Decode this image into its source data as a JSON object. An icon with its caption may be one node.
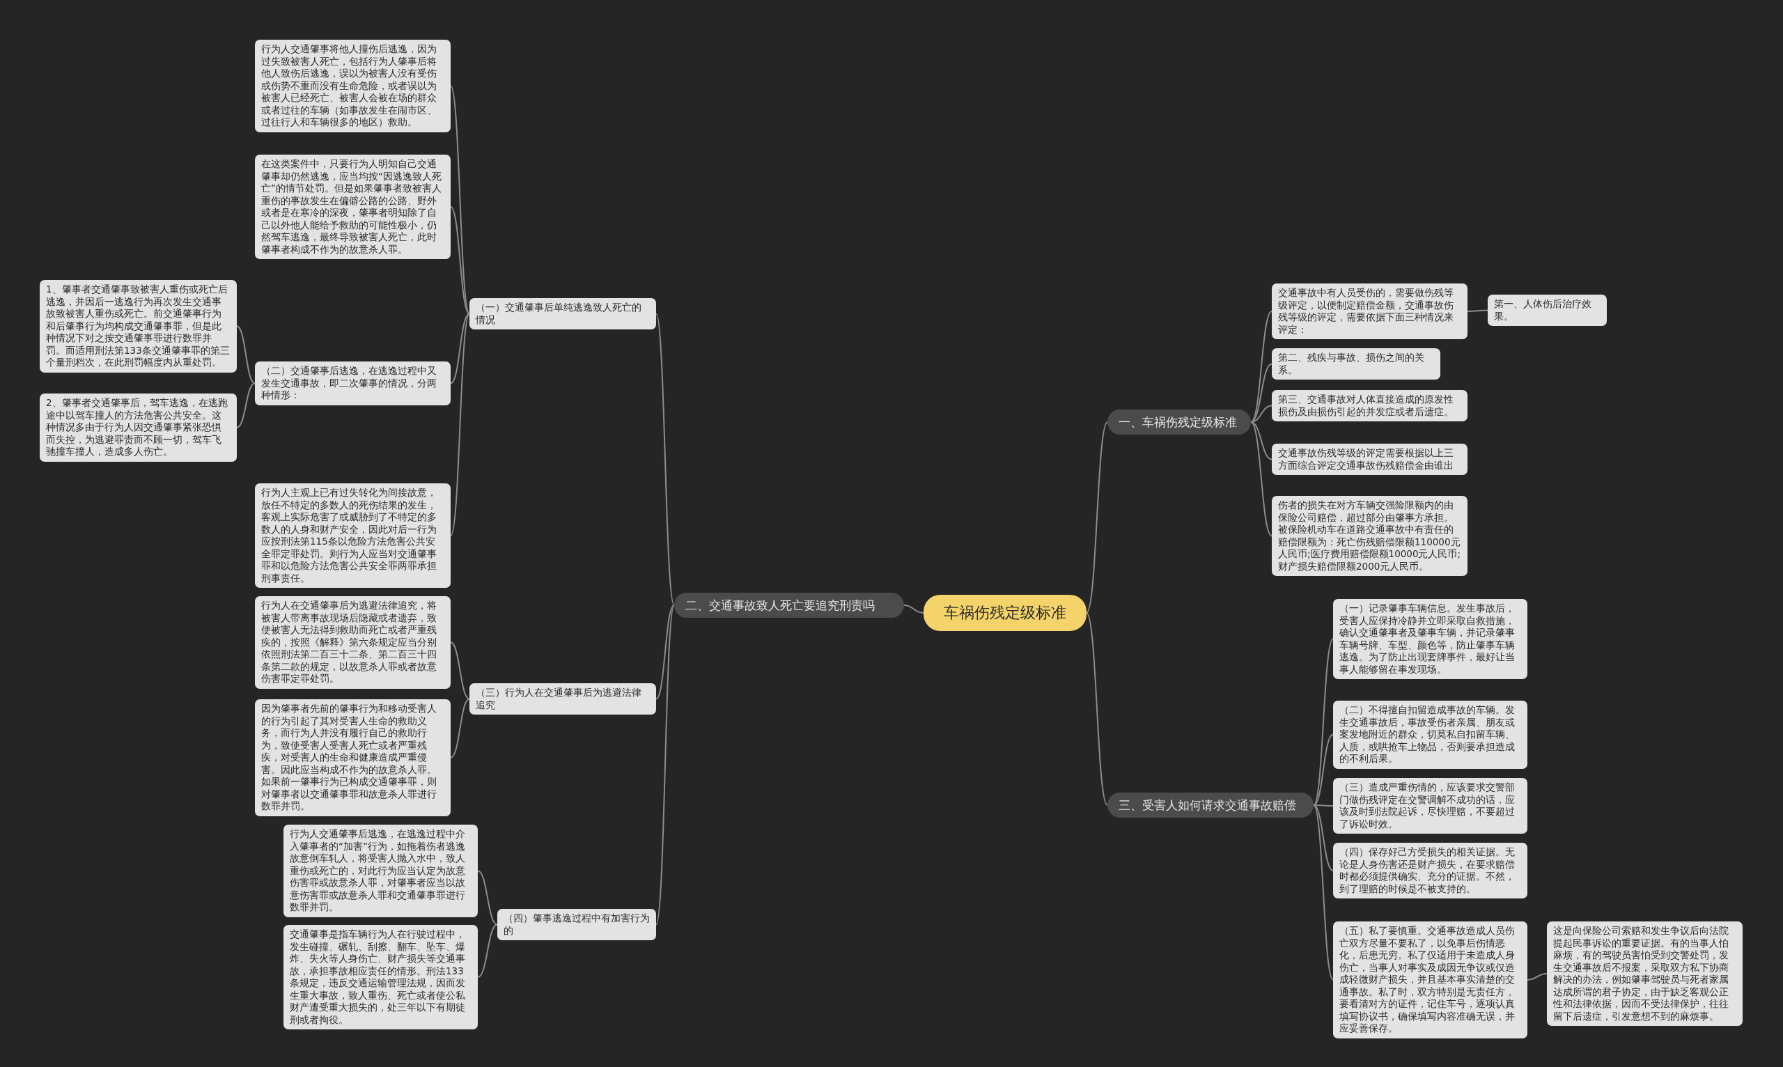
{
  "diagram": {
    "nodes": [
      {
        "text": [
          "车祸伤残定级标准"
        ]
      },
      {
        "text": [
          "一、车祸伤残定级标准"
        ]
      },
      {
        "text": [
          "交通事故中有人员受伤的，需要做伤残等级评定，以便制定赔偿金额，交通事故伤残等级的评定，需要依据下面三种情况来评定："
        ]
      },
      {
        "text": [
          "第一、人体伤后治疗效果。"
        ]
      },
      {
        "text": [
          "第二、残疾与事故、损伤之间的关系。"
        ]
      },
      {
        "text": [
          "第三、交通事故对人体直接造成的原发性损伤及由损伤引起的并发症或者后遗症。"
        ]
      },
      {
        "text": [
          "交通事故伤残等级的评定需要根据以上三方面综合评定交通事故伤残赔偿金由谁出"
        ]
      },
      {
        "text": [
          "伤者的损失在对方车辆交强险限额内的由保险公司赔偿，超过部分由肇事方承担。被保险机动车在道路交通事故中有责任的赔偿限额为：死亡伤残赔偿限额110000元人民币;医疗费用赔偿限额10000元人民币;财产损失赔偿限额2000元人民币。"
        ]
      },
      {
        "text": [
          "二、交通事故致人死亡要追究刑责吗"
        ]
      },
      {
        "text": [
          "（一）交通肇事后单纯逃逸致人死亡的情况"
        ]
      },
      {
        "text": [
          "行为人交通肇事将他人撞伤后逃逸，因为过失致被害人死亡，包括行为人肇事后将他人致伤后逃逸，误以为被害人没有受伤或伤势不重而没有生命危险，或者误以为被害人已经死亡、被害人会被在场的群众或者过往的车辆（如事故发生在闹市区、过往行人和车辆很多的地区）救助。"
        ]
      },
      {
        "text": [
          "在这类案件中，只要行为人明知自己交通肇事却仍然逃逸，应当均按“因逃逸致人死亡”的情节处罚。但是如果肇事者致被害人重伤的事故发生在偏僻公路的公路、野外或者是在寒冷的深夜，肇事者明知除了自己以外他人能给予救助的可能性极小，仍然驾车逃逸，最终导致被害人死亡，此时肇事者构成不作为的故意杀人罪。"
        ]
      },
      {
        "text": [
          "（二）交通肇事后逃逸，在逃逸过程中又发生交通事故，即二次肇事的情况，分两种情形："
        ]
      },
      {
        "text": [
          "1、肇事者交通肇事致被害人重伤或死亡后逃逸，并因后一逃逸行为再次发生交通事故致被害人重伤或死亡。前交通肇事行为和后肇事行为均构成交通肇事罪，但是此种情况下对之按交通肇事罪进行数罪并罚。而适用刑法第133条交通肇事罪的第三个量刑档次，在此刑罚幅度内从重处罚。"
        ]
      },
      {
        "text": [
          "2、肇事者交通肇事后，驾车逃逸，在逃跑途中以驾车撞人的方法危害公共安全。这种情况多由于行为人因交通肇事紧张恐惧而失控，为逃避罪责而不顾一切，驾车飞驰撞车撞人，造成多人伤亡。"
        ]
      },
      {
        "text": [
          "行为人主观上已有过失转化为间接故意，放任不特定的多数人的死伤结果的发生，客观上实际危害了或威胁到了不特定的多数人的人身和财产安全，因此对后一行为应按刑法第115条以危险方法危害公共安全罪定罪处罚。则行为人应当对交通肇事罪和以危险方法危害公共安全罪两罪承担刑事责任。"
        ]
      },
      {
        "text": [
          "（三）行为人在交通肇事后为逃避法律追究"
        ]
      },
      {
        "text": [
          "行为人在交通肇事后为逃避法律追究，将被害人带离事故现场后隐藏或者遗弃，致使被害人无法得到救助而死亡或者严重残疾的，按照《解释》第六条规定应当分别依照刑法第二百三十二条、第二百三十四条第二款的规定，以故意杀人罪或者故意伤害罪定罪处罚。"
        ]
      },
      {
        "text": [
          "因为肇事者先前的肇事行为和移动受害人的行为引起了其对受害人生命的救助义务，而行为人并没有履行自己的救助行为，致使受害人受害人死亡或者严重残疾，对受害人的生命和健康造成严重侵害。因此应当构成不作为的故意杀人罪。如果前一肇事行为已构成交通肇事罪，则对肇事者以交通肇事罪和故意杀人罪进行数罪并罚。"
        ]
      },
      {
        "text": [
          "（四）肇事逃逸过程中有加害行为的"
        ]
      },
      {
        "text": [
          "行为人交通肇事后逃逸，在逃逸过程中介入肇事者的“加害”行为，如拖着伤者逃逸故意倒车轧人，将受害人抛入水中，致人重伤或死亡的，对此行为应当认定为故意伤害罪或故意杀人罪，对肇事者应当以故意伤害罪或故意杀人罪和交通肇事罪进行数罪并罚。"
        ]
      },
      {
        "text": [
          "交通肇事是指车辆行为人在行驶过程中，发生碰撞、碾轧、刮擦、翻车、坠车、爆炸、失火等人身伤亡、财产损失等交通事故，承担事故相应责任的情形。刑法133条规定，违反交通运输管理法规，因而发生重大事故，致人重伤、死亡或者使公私财产遭受重大损失的，处三年以下有期徒刑或者拘役。"
        ]
      },
      {
        "text": [
          "三、受害人如何请求交通事故赔偿"
        ]
      },
      {
        "text": [
          "（一）记录肇事车辆信息。发生事故后，受害人应保持冷静并立即采取自救措施，确认交通肇事者及肇事车辆，并记录肇事车辆号牌、车型、颜色等，防止肇事车辆逃逸。为了防止出现套牌事件，最好让当事人能够留在事发现场。"
        ]
      },
      {
        "text": [
          "（二）不得擅自扣留造成事故的车辆。发生交通事故后，事故受伤者亲属、朋友或案发地附近的群众，切莫私自扣留车辆、人质，或哄抢车上物品，否则要承担造成的不利后果。"
        ]
      },
      {
        "text": [
          "（三）造成严重伤情的，应该要求交警部门做伤残评定在交警调解不成功的话，应该及时到法院起诉，尽快理赔，不要超过了诉讼时效。"
        ]
      },
      {
        "text": [
          "（四）保存好己方受损失的相关证据。无论是人身伤害还是财产损失，在要求赔偿时都必须提供确实、充分的证据。不然，到了理赔的时候是不被支持的。"
        ]
      },
      {
        "text": [
          "（五）私了要慎重。交通事故造成人员伤亡双方尽量不要私了，以免事后伤情恶化，后患无穷。私了仅适用于未造成人身伤亡，当事人对事实及成因无争议或仅造成轻微财产损失，并且基本事实清楚的交通事故。私了时，双方特别是无责任方，要看清对方的证件，记住车号，逐项认真填写协议书，确保填写内容准确无误，并应妥善保存。"
        ]
      },
      {
        "text": [
          "这是向保险公司索赔和发生争议后向法院提起民事诉讼的重要证据。有的当事人怕麻烦，有的驾驶员害怕受到交警处罚，发生交通事故后不报案，采取双方私下协商解决的办法，例如肇事驾驶员与死者家属达成所谓的君子协定，由于缺乏客观公正性和法律依据，因而不受法律保护，往往留下后遗症，引发意想不到的麻烦事。"
        ]
      }
    ],
    "edges": [
      {
        "from": 0,
        "to": 1,
        "arrow": "none"
      },
      {
        "from": 1,
        "to": 2,
        "arrow": "none"
      },
      {
        "from": 2,
        "to": 3,
        "arrow": "none"
      },
      {
        "from": 1,
        "to": 4,
        "arrow": "none"
      },
      {
        "from": 1,
        "to": 5,
        "arrow": "none"
      },
      {
        "from": 1,
        "to": 6,
        "arrow": "none"
      },
      {
        "from": 1,
        "to": 7,
        "arrow": "none"
      },
      {
        "from": 0,
        "to": 8,
        "arrow": "none"
      },
      {
        "from": 8,
        "to": 9,
        "arrow": "none"
      },
      {
        "from": 9,
        "to": 10,
        "arrow": "none"
      },
      {
        "from": 9,
        "to": 11,
        "arrow": "none"
      },
      {
        "from": 9,
        "to": 12,
        "arrow": "none"
      },
      {
        "from": 12,
        "to": 13,
        "arrow": "none"
      },
      {
        "from": 12,
        "to": 14,
        "arrow": "none"
      },
      {
        "from": 9,
        "to": 15,
        "arrow": "none"
      },
      {
        "from": 8,
        "to": 16,
        "arrow": "none"
      },
      {
        "from": 16,
        "to": 17,
        "arrow": "none"
      },
      {
        "from": 16,
        "to": 18,
        "arrow": "none"
      },
      {
        "from": 8,
        "to": 19,
        "arrow": "none"
      },
      {
        "from": 19,
        "to": 20,
        "arrow": "none"
      },
      {
        "from": 19,
        "to": 21,
        "arrow": "none"
      },
      {
        "from": 0,
        "to": 22,
        "arrow": "none"
      },
      {
        "from": 22,
        "to": 23,
        "arrow": "none"
      },
      {
        "from": 22,
        "to": 24,
        "arrow": "none"
      },
      {
        "from": 22,
        "to": 25,
        "arrow": "none"
      },
      {
        "from": 22,
        "to": 26,
        "arrow": "none"
      },
      {
        "from": 22,
        "to": 27,
        "arrow": "none"
      },
      {
        "from": 27,
        "to": 28,
        "arrow": "none"
      }
    ]
  }
}
